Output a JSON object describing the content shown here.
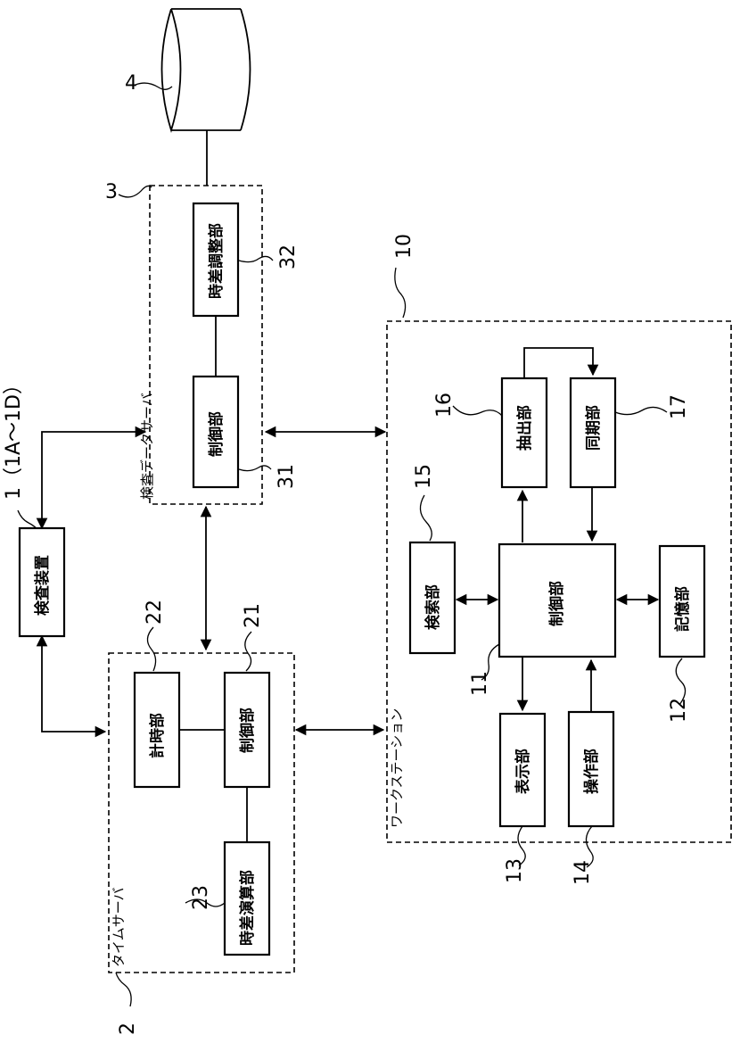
{
  "diagram": {
    "numbers": {
      "db": "4",
      "inspection_server": "3",
      "time_adjust": "32",
      "workstation": "10",
      "inspection_device": "1（1A～1D）",
      "control_31": "31",
      "extract": "16",
      "sync": "17",
      "search": "15",
      "time_server_timer": "22",
      "time_server_control": "21",
      "ws_control": "11",
      "storage": "12",
      "display": "13",
      "operation": "14",
      "diff_calc": "23",
      "time_server": "2"
    },
    "labels": {
      "inspection_server": "検査データサーバ",
      "time_adjust": "時差調整部",
      "control_31": "制御部",
      "inspection_device": "検査装置",
      "workstation": "ワークステーション",
      "extract": "抽出部",
      "sync": "同期部",
      "search": "検索部",
      "ws_control": "制御部",
      "storage": "記憶部",
      "display": "表示部",
      "operation": "操作部",
      "time_server": "タイムサーバ",
      "timer": "計時部",
      "time_server_control": "制御部",
      "diff_calc": "時差演算部"
    }
  }
}
